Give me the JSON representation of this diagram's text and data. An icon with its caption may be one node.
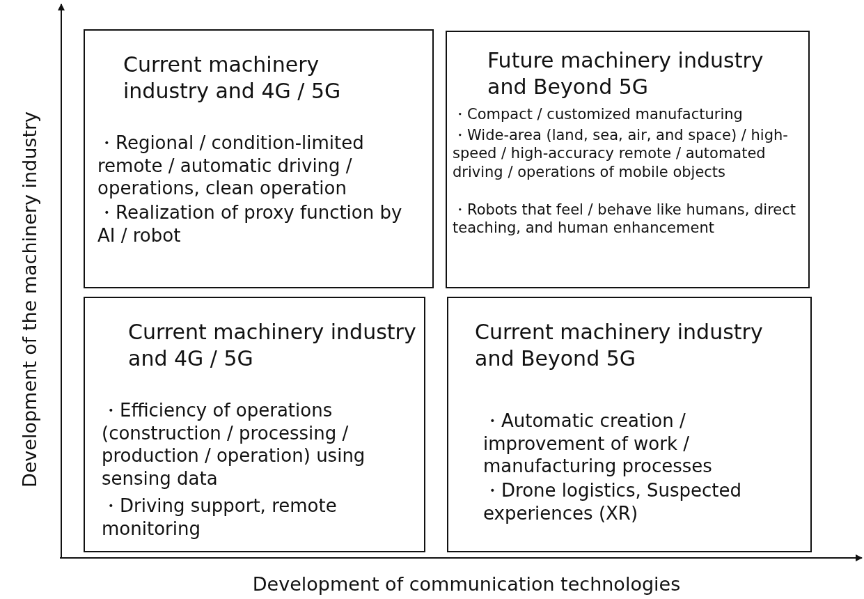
{
  "diagram": {
    "nodes": [
      {
        "text": [
          "Current machinery industry and 4G / 5G",
          "・Regional / condition-limited remote / automatic driving / operations,  clean operation",
          "・Realization of proxy function by AI / robot"
        ]
      },
      {
        "text": [
          "Future machinery industry and Beyond 5G",
          "・Compact / customized manufacturing",
          "・Wide-area (land, sea, air, and space) / high-speed / high-accuracy  remote / automated driving / operations of mobile objects",
          "・Robots that feel / behave like humans, direct teaching, and human enhancement"
        ]
      },
      {
        "text": [
          "Current  machinery industry and 4G / 5G",
          "・Efficiency of operations (construction / processing / production / operation) using sensing data",
          "・Driving support, remote monitoring"
        ]
      },
      {
        "text": [
          "Current machinery industry and Beyond 5G",
          "・Automatic creation / improvement of work / manufacturing processes",
          "・Drone logistics, Suspected experiences (XR)"
        ]
      }
    ],
    "labels": [
      "Development of the machinery industry",
      "Development of communication technologies"
    ]
  }
}
